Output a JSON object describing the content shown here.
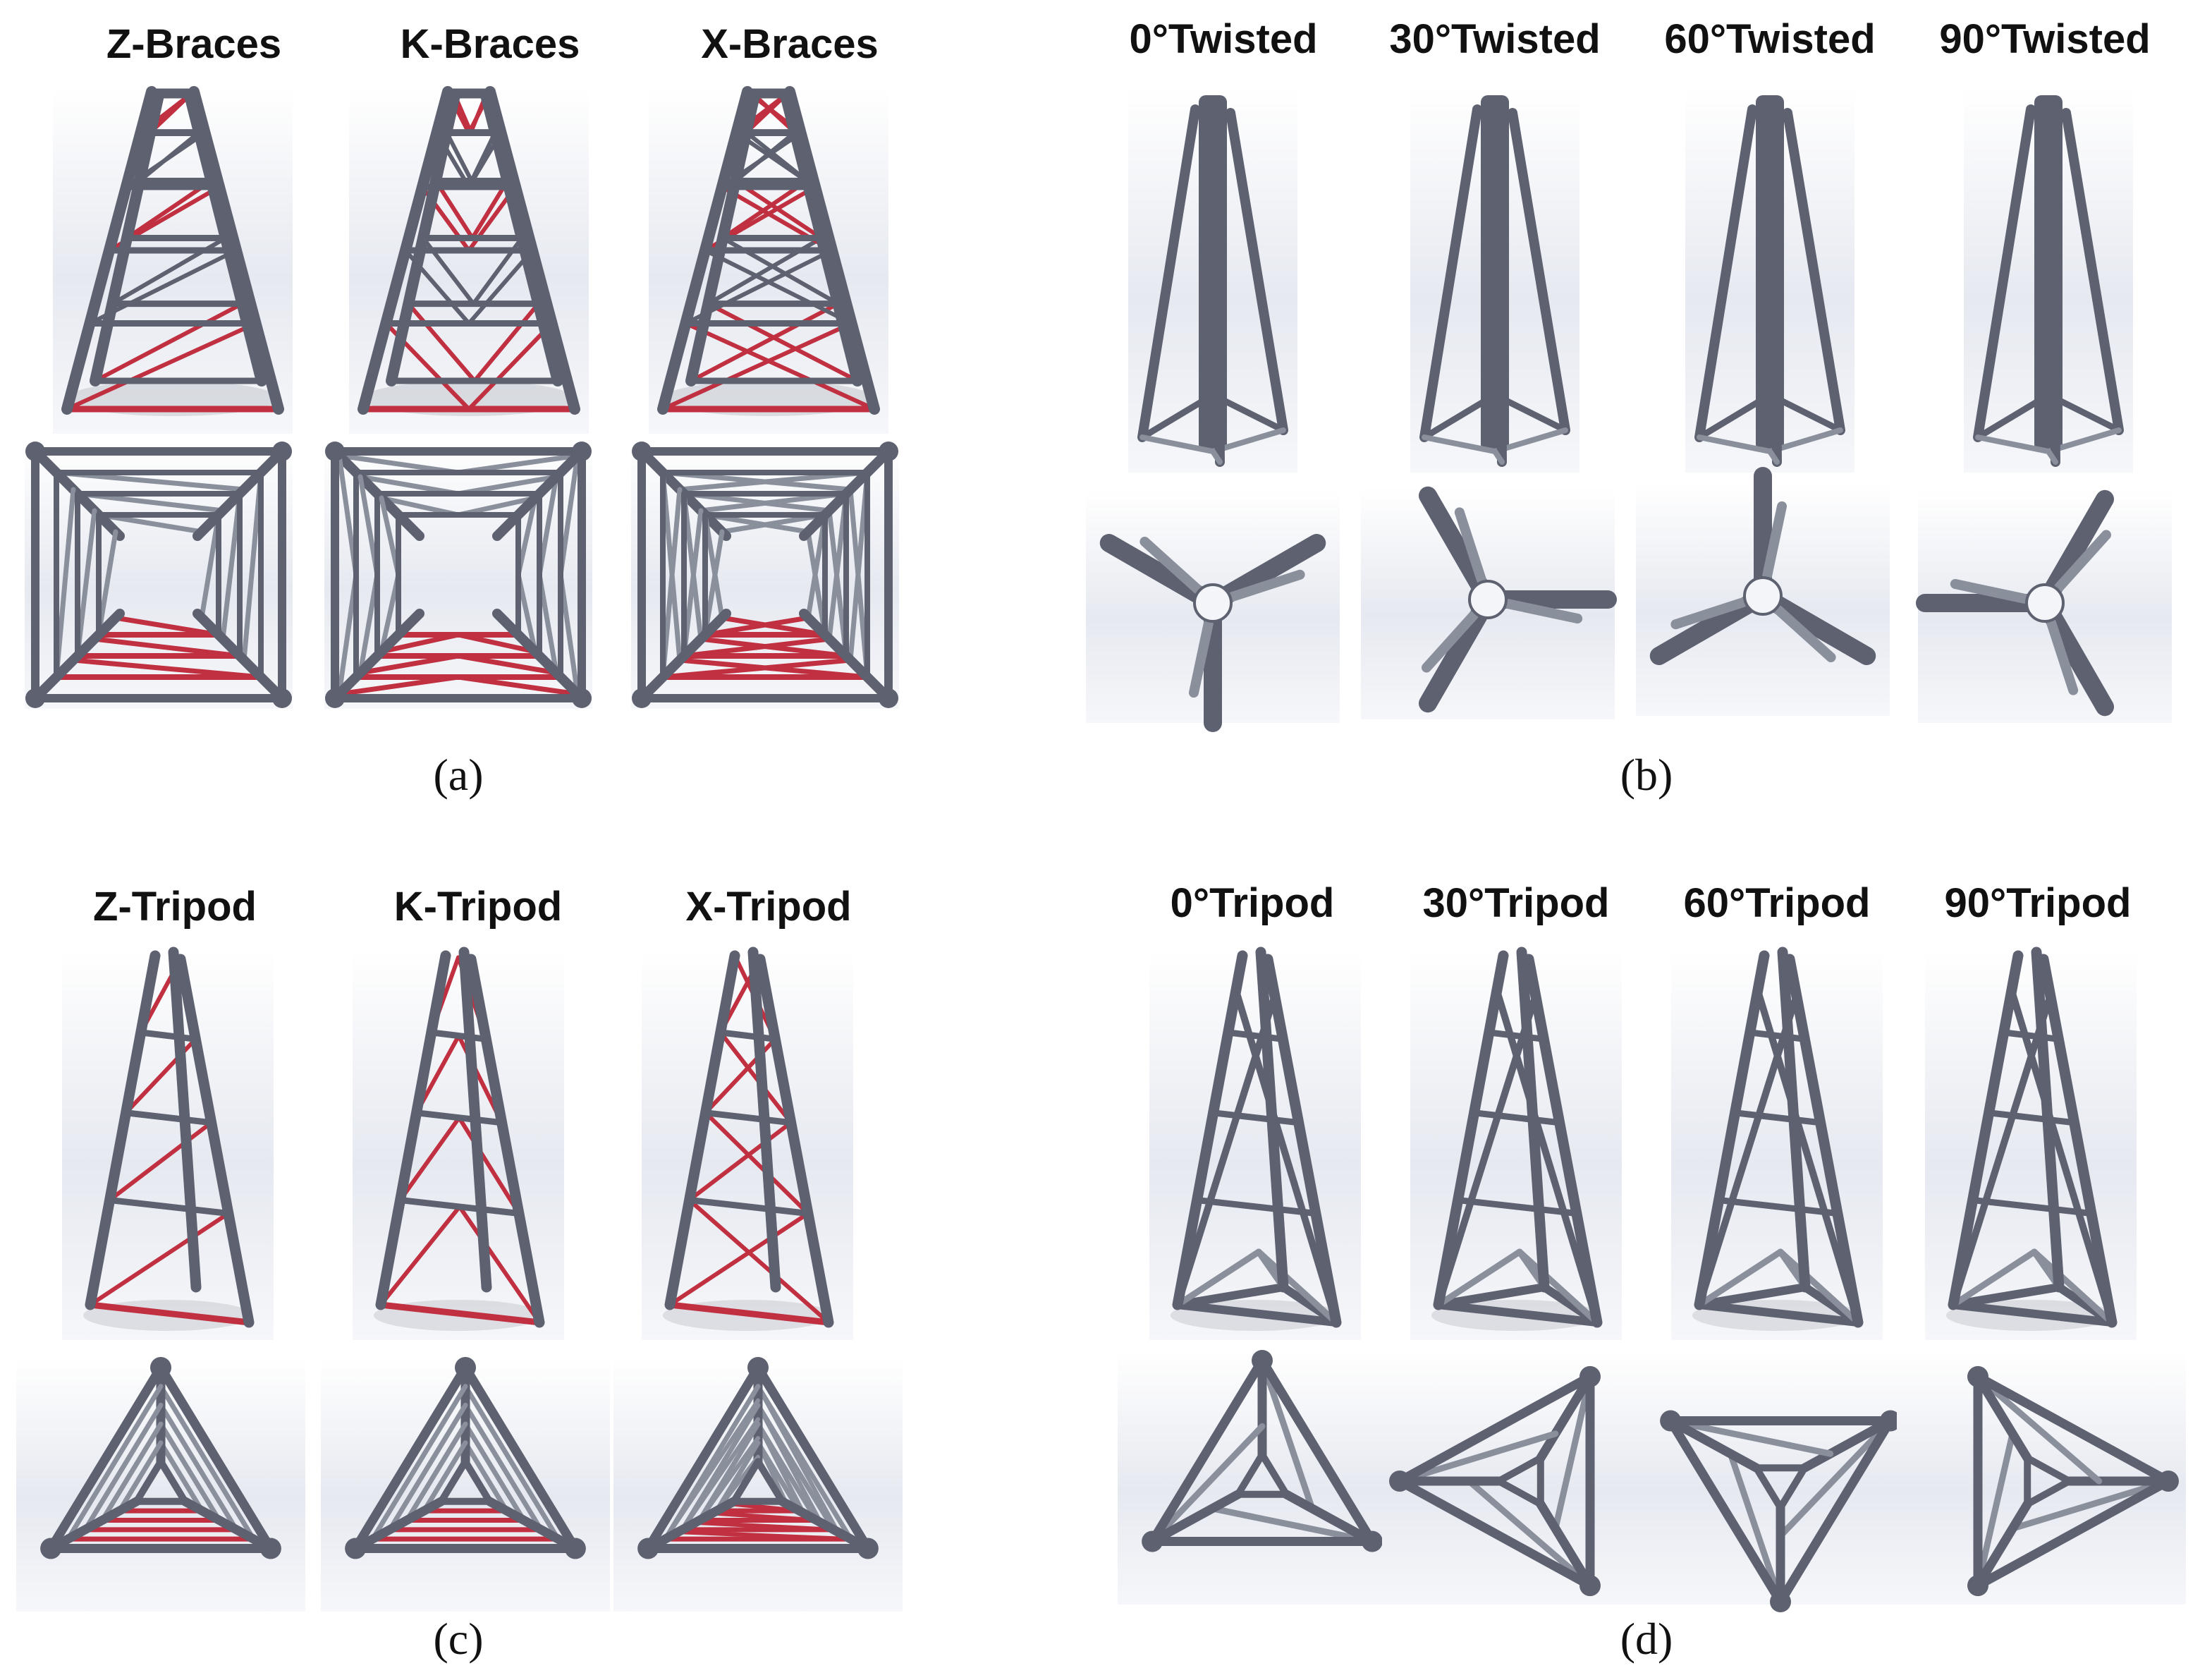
{
  "colors": {
    "member": "#5d6170",
    "member_light": "#8a8f9c",
    "brace": "#c03040",
    "panel_top": "#ffffff",
    "panel_bottom": "#dfe3ec"
  },
  "panels": [
    {
      "caption": "(a)",
      "views": [
        {
          "label": "Z-Braces",
          "kind": "square-tower",
          "pattern": "Z"
        },
        {
          "label": "K-Braces",
          "kind": "square-tower",
          "pattern": "K"
        },
        {
          "label": "X-Braces",
          "kind": "square-tower",
          "pattern": "X"
        }
      ]
    },
    {
      "caption": "(b)",
      "views": [
        {
          "label": "0°Twisted",
          "kind": "monopod",
          "angle": 0
        },
        {
          "label": "30°Twisted",
          "kind": "monopod",
          "angle": 30
        },
        {
          "label": "60°Twisted",
          "kind": "monopod",
          "angle": 60
        },
        {
          "label": "90°Twisted",
          "kind": "monopod",
          "angle": 90
        }
      ]
    },
    {
      "caption": "(c)",
      "views": [
        {
          "label": "Z-Tripod",
          "kind": "tri-tower",
          "pattern": "Z"
        },
        {
          "label": "K-Tripod",
          "kind": "tri-tower",
          "pattern": "K"
        },
        {
          "label": "X-Tripod",
          "kind": "tri-tower",
          "pattern": "X"
        }
      ]
    },
    {
      "caption": "(d)",
      "views": [
        {
          "label": "0°Tripod",
          "kind": "twisted-tripod",
          "angle": 0
        },
        {
          "label": "30°Tripod",
          "kind": "twisted-tripod",
          "angle": 30
        },
        {
          "label": "60°Tripod",
          "kind": "twisted-tripod",
          "angle": 60
        },
        {
          "label": "90°Tripod",
          "kind": "twisted-tripod",
          "angle": 90
        }
      ]
    }
  ]
}
